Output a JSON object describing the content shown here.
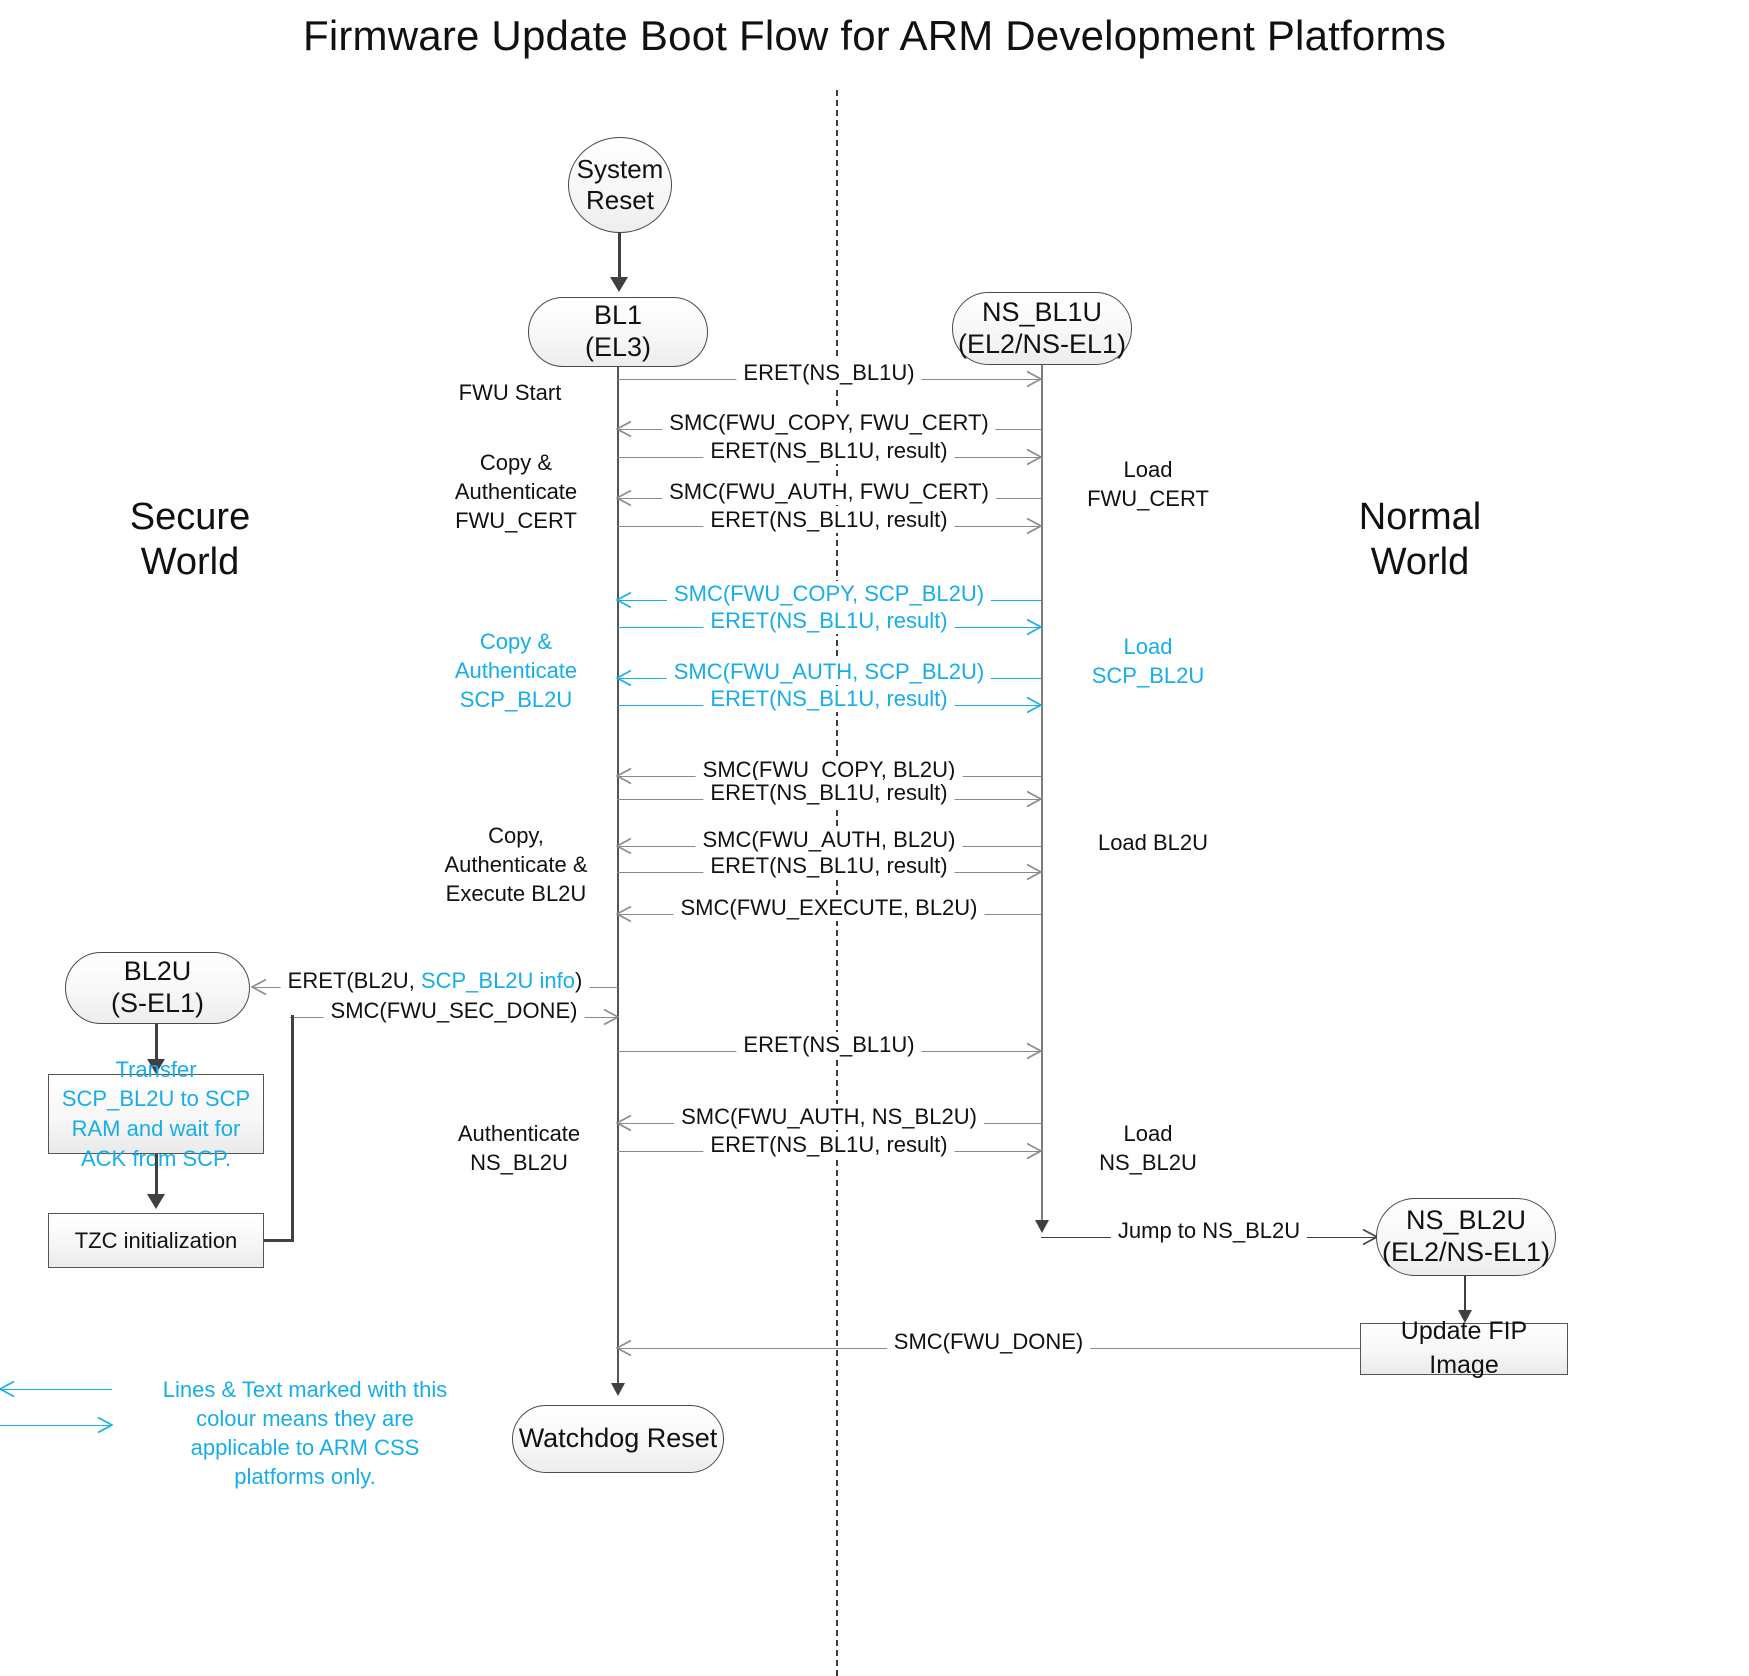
{
  "title": "Firmware Update Boot Flow for ARM Development Platforms",
  "colors": {
    "cyan": "#17AEE8",
    "line": "#8a8a8a",
    "dark": "#404040",
    "text": "#111111"
  },
  "worlds": {
    "secure": "Secure\nWorld",
    "secure_l1": "Secure",
    "secure_l2": "World",
    "normal_l1": "Normal",
    "normal_l2": "World"
  },
  "nodes": {
    "system_reset": {
      "l1": "System",
      "l2": "Reset"
    },
    "bl1": {
      "l1": "BL1",
      "l2": "(EL3)"
    },
    "ns_bl1u": {
      "l1": "NS_BL1U",
      "l2": "(EL2/NS-EL1)"
    },
    "bl2u": {
      "l1": "BL2U",
      "l2": "(S-EL1)"
    },
    "ns_bl2u": {
      "l1": "NS_BL2U",
      "l2": "(EL2/NS-EL1)"
    },
    "watchdog_reset": {
      "l1": "Watchdog Reset"
    }
  },
  "process_boxes": {
    "transfer_scp": "Transfer SCP_BL2U to SCP RAM and wait for ACK from SCP.",
    "tzc_init": "TZC initialization",
    "update_fip": "Update FIP Image"
  },
  "left_labels": [
    {
      "id": "fwu-start",
      "text": "FWU Start",
      "cyan": false
    },
    {
      "id": "copy-auth-fwu-cert",
      "text": "Copy &\nAuthenticate\nFWU_CERT",
      "cyan": false
    },
    {
      "id": "copy-auth-scp-bl2u",
      "text": "Copy &\nAuthenticate\nSCP_BL2U",
      "cyan": true
    },
    {
      "id": "copy-auth-exec-bl2u",
      "text": "Copy,\nAuthenticate &\nExecute BL2U",
      "cyan": false
    },
    {
      "id": "authenticate-ns-bl2u",
      "text": "Authenticate\nNS_BL2U",
      "cyan": false
    }
  ],
  "right_labels": [
    {
      "id": "load-fwu-cert",
      "text": "Load\nFWU_CERT",
      "cyan": false
    },
    {
      "id": "load-scp-bl2u",
      "text": "Load\nSCP_BL2U",
      "cyan": true
    },
    {
      "id": "load-bl2u",
      "text": "Load BL2U",
      "cyan": false
    },
    {
      "id": "load-ns-bl2u",
      "text": "Load\nNS_BL2U",
      "cyan": false
    }
  ],
  "messages": [
    {
      "id": "m1",
      "text": "ERET(NS_BL1U)",
      "dir": "right",
      "cyan": false
    },
    {
      "id": "m2",
      "text": "SMC(FWU_COPY, FWU_CERT)",
      "dir": "left",
      "cyan": false
    },
    {
      "id": "m3",
      "text": "ERET(NS_BL1U, result)",
      "dir": "right",
      "cyan": false
    },
    {
      "id": "m4",
      "text": "SMC(FWU_AUTH, FWU_CERT)",
      "dir": "left",
      "cyan": false
    },
    {
      "id": "m5",
      "text": "ERET(NS_BL1U, result)",
      "dir": "right",
      "cyan": false
    },
    {
      "id": "m6",
      "text": "SMC(FWU_COPY, SCP_BL2U)",
      "dir": "left",
      "cyan": true
    },
    {
      "id": "m7",
      "text": "ERET(NS_BL1U, result)",
      "dir": "right",
      "cyan": true
    },
    {
      "id": "m8",
      "text": "SMC(FWU_AUTH, SCP_BL2U)",
      "dir": "left",
      "cyan": true
    },
    {
      "id": "m9",
      "text": "ERET(NS_BL1U, result)",
      "dir": "right",
      "cyan": true
    },
    {
      "id": "m10",
      "text": "SMC(FWU_COPY, BL2U)",
      "dir": "left",
      "cyan": false
    },
    {
      "id": "m11",
      "text": "ERET(NS_BL1U, result)",
      "dir": "right",
      "cyan": false
    },
    {
      "id": "m12",
      "text": "SMC(FWU_AUTH, BL2U)",
      "dir": "left",
      "cyan": false
    },
    {
      "id": "m13",
      "text": "ERET(NS_BL1U, result)",
      "dir": "right",
      "cyan": false
    },
    {
      "id": "m14",
      "text": "SMC(FWU_EXECUTE, BL2U)",
      "dir": "left",
      "cyan": false
    },
    {
      "id": "m15",
      "text": "ERET(NS_BL1U)",
      "dir": "right",
      "cyan": false
    },
    {
      "id": "m16",
      "text": "SMC(FWU_AUTH, NS_BL2U)",
      "dir": "left",
      "cyan": false
    },
    {
      "id": "m17",
      "text": "ERET(NS_BL1U, result)",
      "dir": "right",
      "cyan": false
    }
  ],
  "bl2u_messages": {
    "eret_bl2u_a": "ERET(BL2U, ",
    "eret_bl2u_b": "SCP_BL2U info",
    "eret_bl2u_c": ")",
    "smc_sec_done": "SMC(FWU_SEC_DONE)"
  },
  "bottom_messages": {
    "jump_to_ns_bl2u": "Jump to NS_BL2U",
    "smc_fwu_done": "SMC(FWU_DONE)"
  },
  "legend": {
    "text": "Lines & Text marked with this colour means they are applicable to ARM CSS platforms only."
  }
}
